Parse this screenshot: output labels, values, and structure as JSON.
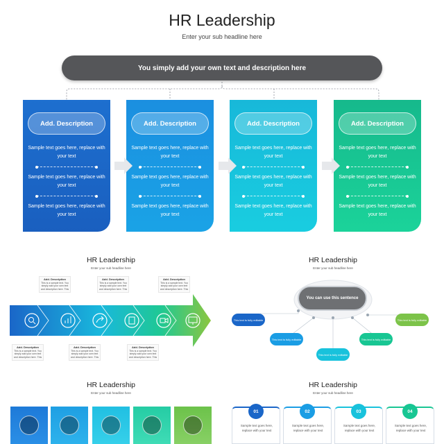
{
  "header": {
    "title": "HR Leadership",
    "subtitle": "Enter your sub headline here"
  },
  "banner": {
    "text": "You simply add your own text and description here"
  },
  "cards": [
    {
      "label": "Add. Description",
      "lines": [
        "Sample text goes here, replace with your text",
        "Sample text goes here, replace with your text",
        "Sample text goes here, replace with your text"
      ],
      "color": "#1a66c8"
    },
    {
      "label": "Add. Description",
      "lines": [
        "Sample text goes here, replace with your text",
        "Sample text goes here, replace with your text",
        "Sample text goes here, replace with your text"
      ],
      "color": "#1a9de4"
    },
    {
      "label": "Add. Description",
      "lines": [
        "Sample text goes here, replace with your text",
        "Sample text goes here, replace with your text",
        "Sample text goes here, replace with your text"
      ],
      "color": "#18c2dc"
    },
    {
      "label": "Add. Description",
      "lines": [
        "Sample text goes here, replace with your text",
        "Sample text goes here, replace with your text",
        "Sample text goes here, replace with your text"
      ],
      "color": "#18c693"
    }
  ],
  "thumb1": {
    "title": "HR Leadership",
    "subtitle": "Enter your sub headline here",
    "desc_title": "Add. Description",
    "desc_text": "This is a sample text. You simply add your own text and description here. This",
    "icons": [
      "search-chart-icon",
      "bar-chart-icon",
      "share-arrow-icon",
      "document-dollar-icon",
      "video-camera-icon",
      "monitor-icon"
    ]
  },
  "thumb2": {
    "title": "HR Leadership",
    "subtitle": "Enter your sub headline here",
    "center": "You can use this sentence",
    "node_text": "This text is fully editable"
  },
  "thumb3": {
    "title": "HR Leadership",
    "subtitle": "Enter your sub headline here",
    "icons": [
      "gear-coins-icon",
      "team-gear-icon",
      "money-machine-icon",
      "handshake-icon",
      "presentation-icon"
    ],
    "colors": [
      "#1e7ad8",
      "#1f9fe3",
      "#21bfe2",
      "#25cca4",
      "#6cc24a"
    ]
  },
  "thumb4": {
    "title": "HR Leadership",
    "subtitle": "Enter your sub headline here",
    "numbers": [
      "01",
      "02",
      "03",
      "04"
    ],
    "text": "Sample text goes here, replace with your text",
    "colors": [
      "#1a66c8",
      "#1a9de4",
      "#18c2dc",
      "#18c693"
    ]
  }
}
